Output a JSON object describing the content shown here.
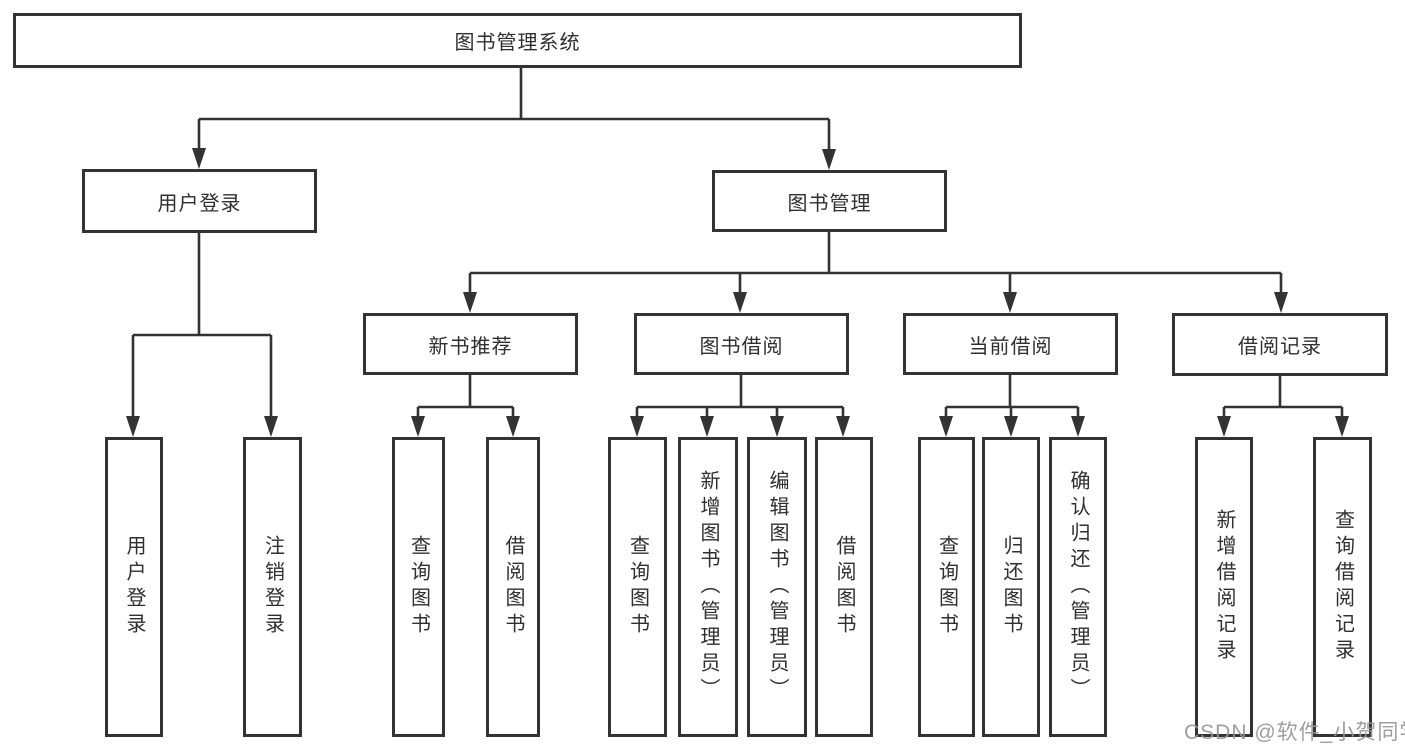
{
  "tree": {
    "root": {
      "label": "图书管理系统"
    },
    "branches": [
      {
        "label": "用户登录",
        "leaves": [
          {
            "label": "用户登录"
          },
          {
            "label": "注销登录"
          }
        ]
      },
      {
        "label": "图书管理",
        "sections": [
          {
            "label": "新书推荐",
            "leaves": [
              {
                "label": "查询图书"
              },
              {
                "label": "借阅图书"
              }
            ]
          },
          {
            "label": "图书借阅",
            "leaves": [
              {
                "label": "查询图书"
              },
              {
                "label": "新增图书（管理员）"
              },
              {
                "label": "编辑图书（管理员）"
              },
              {
                "label": "借阅图书"
              }
            ]
          },
          {
            "label": "当前借阅",
            "leaves": [
              {
                "label": "查询图书"
              },
              {
                "label": "归还图书"
              },
              {
                "label": "确认归还（管理员）"
              }
            ]
          },
          {
            "label": "借阅记录",
            "leaves": [
              {
                "label": "新增借阅记录"
              },
              {
                "label": "查询借阅记录"
              }
            ]
          }
        ]
      }
    ]
  },
  "watermark": {
    "text": "CSDN @软件_小贺同学"
  }
}
